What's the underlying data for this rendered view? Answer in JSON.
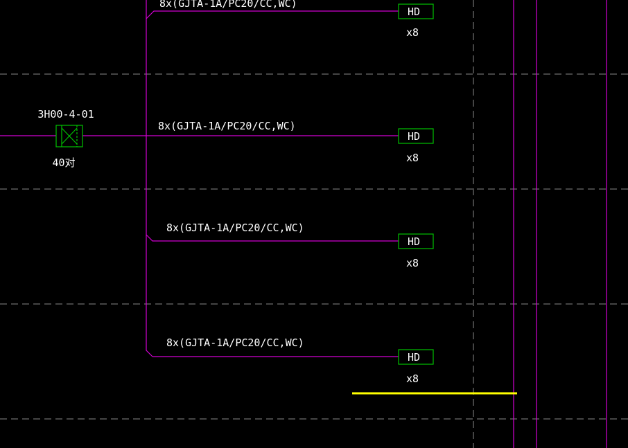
{
  "colors": {
    "background": "#000000",
    "wire": "#d400d4",
    "box": "#00c000",
    "text": "#ffffff",
    "grid": "#8a8a8a",
    "highlight": "#ffff00"
  },
  "panel": {
    "label": "3H00-4-01",
    "count": "40对"
  },
  "branches": [
    {
      "cable": "8x(GJTA-1A/PC20/CC,WC)",
      "terminal": "HD",
      "multiplier": "x8"
    },
    {
      "cable": "8x(GJTA-1A/PC20/CC,WC)",
      "terminal": "HD",
      "multiplier": "x8"
    },
    {
      "cable": "8x(GJTA-1A/PC20/CC,WC)",
      "terminal": "HD",
      "multiplier": "x8"
    },
    {
      "cable": "8x(GJTA-1A/PC20/CC,WC)",
      "terminal": "HD",
      "multiplier": "x8"
    }
  ]
}
